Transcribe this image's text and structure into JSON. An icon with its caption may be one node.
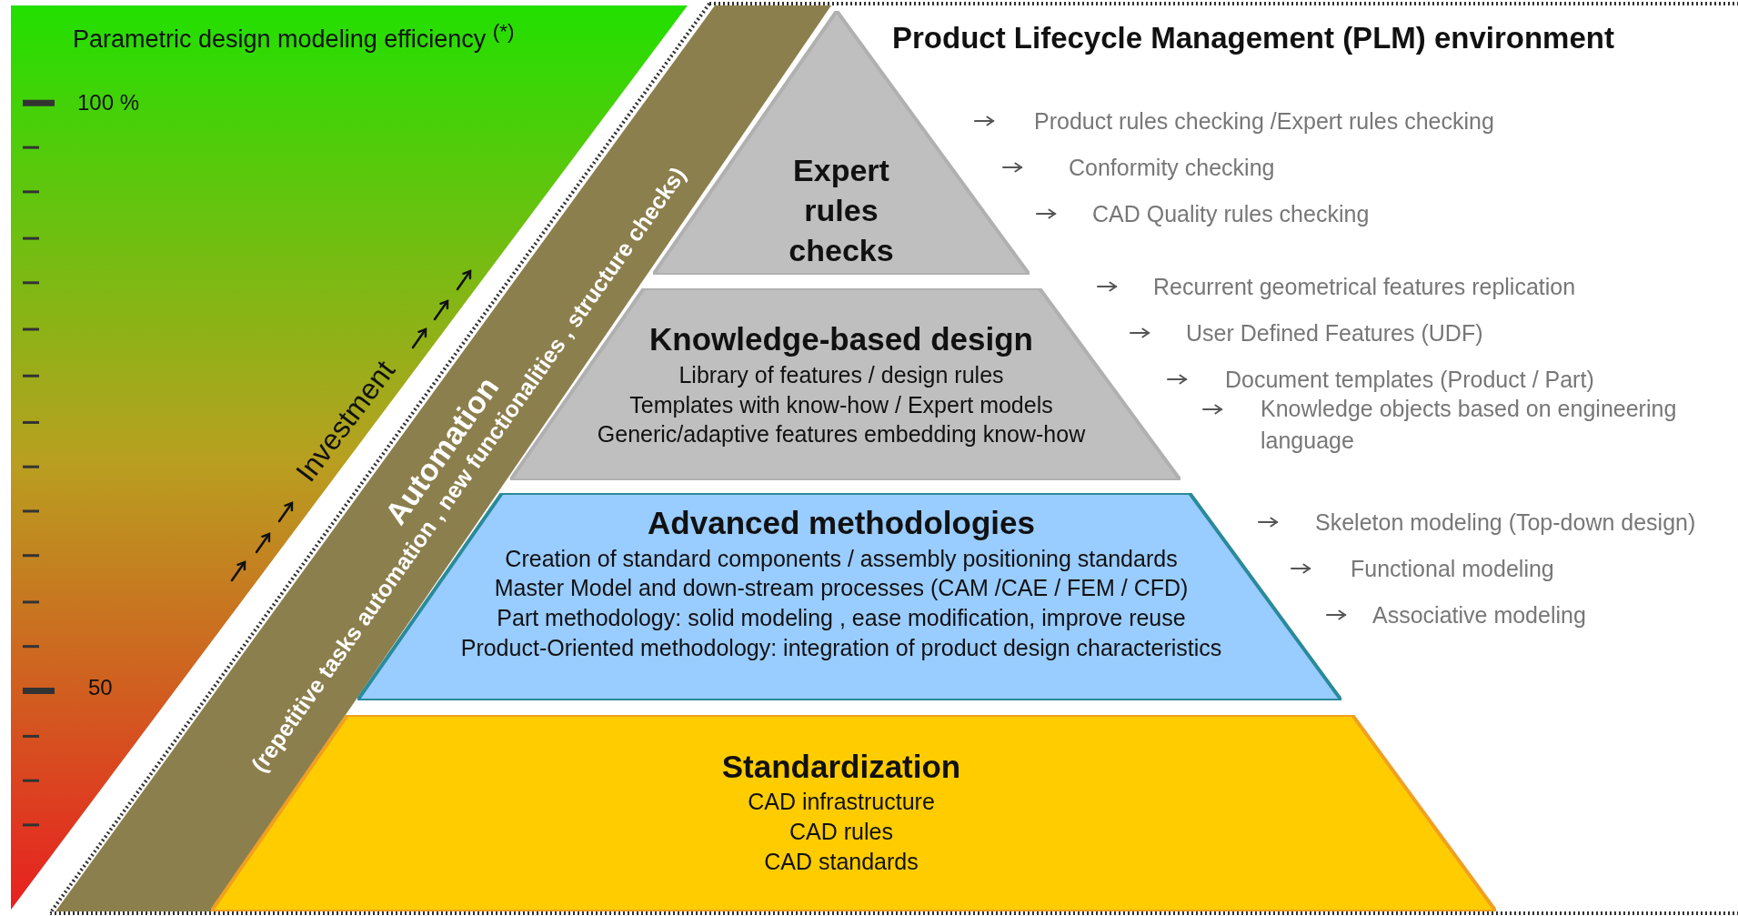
{
  "diagram": {
    "title": "Product Lifecycle Management (PLM) environment",
    "nodes": [
      {
        "text": [
          "Parametric design modeling efficiency $^{(*)}$"
        ]
      },
      {
        "text": [
          "Automation",
          "(repetitive tasks automation , new functionalities , structure checks)"
        ]
      },
      {
        "text": [
          "Expert rules checks"
        ]
      },
      {
        "text": [
          "Knowledge-based design",
          "Library of features / design rules",
          "Templates with know-how / Expert models",
          "Generic/adaptive features embedding know-how"
        ]
      },
      {
        "text": [
          "Advanced methodologies",
          "Creation of standard components / assembly positioning standards",
          "Master Model and down-stream processes (CAM /CAE / FEM / CFD)",
          "Part methodology: solid modeling , ease modification, improve reuse",
          "Product-Oriented methodology: integration of product design characteristics"
        ]
      },
      {
        "text": [
          "Standardization",
          "CAD infrastructure",
          "CAD rules",
          "CAD standards"
        ]
      }
    ],
    "labels": [
      "100 %",
      "Product rules checking /Expert rules checking",
      "Conformity checking",
      "CAD Quality rules checking",
      "Recurrent geometrical features replication",
      "User Defined Features (UDF)",
      "Document templates (Product / Part)",
      "Knowledge objects based on engineering language",
      "Investment",
      "Skeleton modeling (Top-down design)",
      "Functional modeling",
      "Associative modeling",
      "50"
    ]
  }
}
